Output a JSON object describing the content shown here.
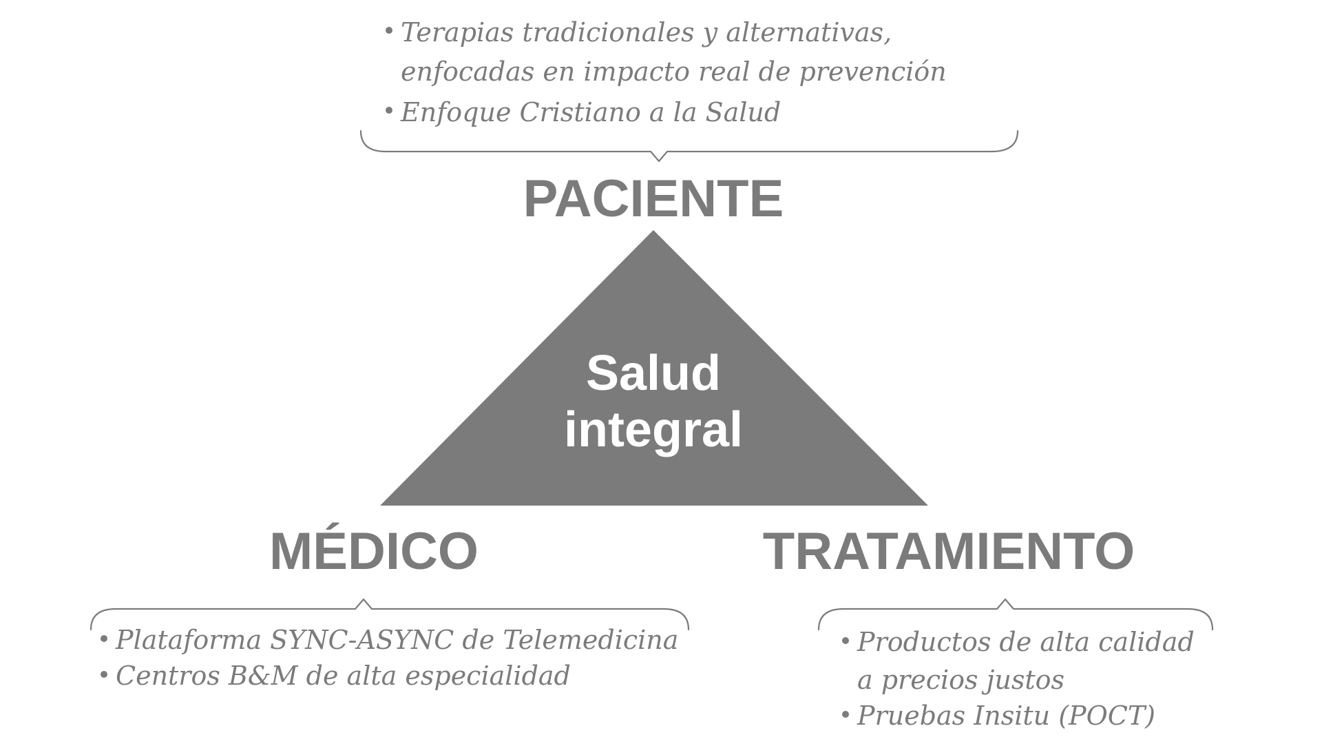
{
  "center": {
    "line1": "Salud",
    "line2": "integral"
  },
  "nodes": {
    "paciente": {
      "title": "PACIENTE",
      "bullets": [
        [
          "Terapias tradicionales y alternativas,",
          "enfocadas en impacto real de prevención"
        ],
        [
          "Enfoque Cristiano a la Salud"
        ]
      ]
    },
    "medico": {
      "title": "MÉDICO",
      "bullets": [
        [
          "Plataforma SYNC-ASYNC de Telemedicina"
        ],
        [
          "Centros B&M de alta especialidad"
        ]
      ]
    },
    "tratamiento": {
      "title": "TRATAMIENTO",
      "bullets": [
        [
          "Productos de alta calidad",
          "a precios justos"
        ],
        [
          "Pruebas Insitu (POCT)"
        ]
      ]
    }
  },
  "colors": {
    "gray": "#7a7b7a",
    "background": "#ffffff",
    "center_text": "#ffffff"
  }
}
